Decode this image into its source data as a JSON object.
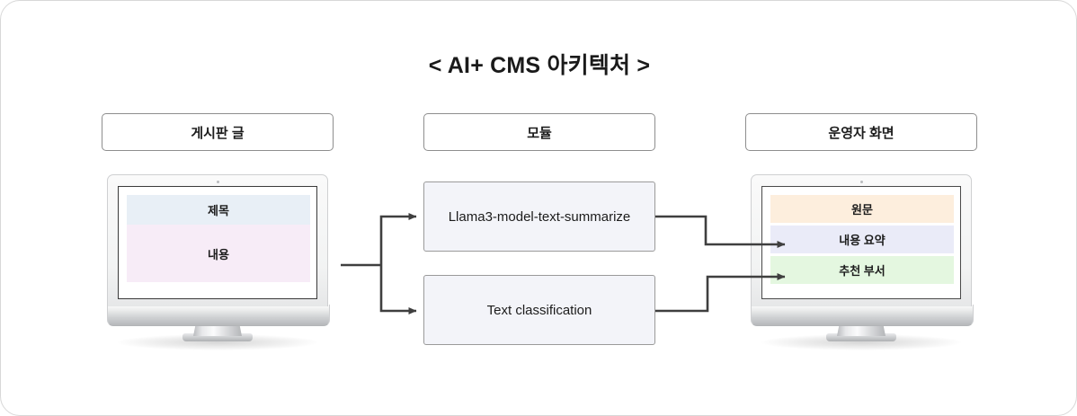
{
  "title": "< AI+ CMS 아키텍처 >",
  "columns": {
    "left_header": "게시판 글",
    "middle_header": "모듈",
    "right_header": "운영자 화면"
  },
  "input_monitor": {
    "rows": [
      {
        "label": "제목",
        "color": "#e8eff6",
        "height": 33
      },
      {
        "label": "내용",
        "color": "#f7ecf7",
        "height": 64
      }
    ]
  },
  "modules": [
    {
      "label": "Llama3-model-text-summarize"
    },
    {
      "label": "Text classification"
    }
  ],
  "output_monitor": {
    "rows": [
      {
        "label": "원문",
        "color": "#fdeedd",
        "height": 31
      },
      {
        "label": "내용 요약",
        "color": "#eaebf8",
        "height": 31
      },
      {
        "label": "추천 부서",
        "color": "#e4f7e0",
        "height": 31
      }
    ]
  },
  "connectors": {
    "stroke": "#3f3f3f",
    "flows": [
      {
        "from": "게시판 글",
        "to": "Llama3-model-text-summarize"
      },
      {
        "from": "게시판 글",
        "to": "Text classification"
      },
      {
        "from": "Llama3-model-text-summarize",
        "to": "내용 요약"
      },
      {
        "from": "Text classification",
        "to": "추천 부서"
      }
    ]
  }
}
